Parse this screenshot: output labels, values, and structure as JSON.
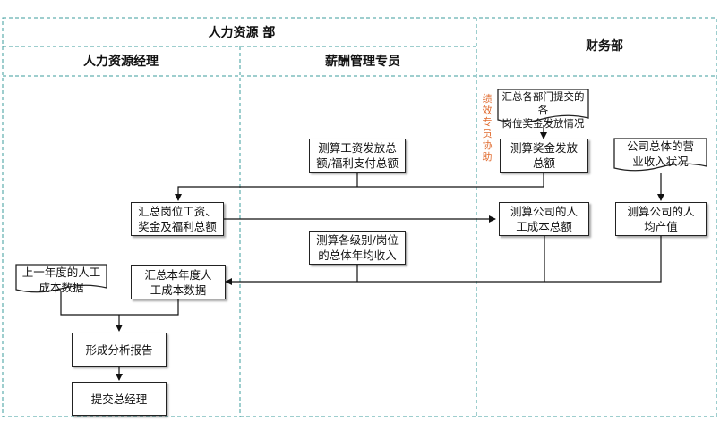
{
  "lanes": {
    "dept_hr": "人力资源\n部",
    "dept_finance": "财务部",
    "hr_manager": "人力资源经理",
    "salary_specialist": "薪酬管理专员"
  },
  "nodes": {
    "collect_bonus": "汇总各部门提交的各\n岗位奖金发放情况",
    "side_note": "绩效专员协助",
    "calc_salary_total": "测算工资发放总\n额/福利支付总额",
    "calc_bonus_total": "测算奖金发放\n总额",
    "company_revenue": "公司总体的营\n业收入状况",
    "summary_post": "汇总岗位工资、\n奖金及福利总额",
    "calc_labor_cost": "测算公司的人\n工成本总额",
    "calc_per_capita": "测算公司的人\n均产值",
    "calc_annual_income": "测算各级别/岗位\n的总体年均收入",
    "last_year_data": "上一年度的人工\n成本数据",
    "summary_this_year": "汇总本年度人\n工成本数据",
    "form_report": "形成分析报告",
    "submit_gm": "提交总经理"
  }
}
